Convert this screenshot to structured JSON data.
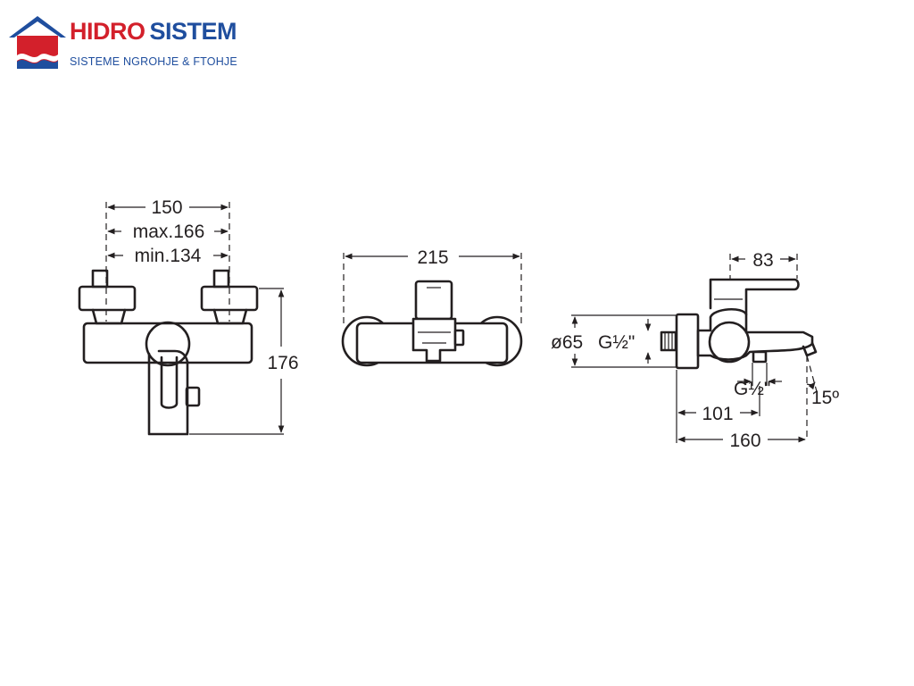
{
  "brand": {
    "name_part1": "HIDRO",
    "name_part2": "SISTEM",
    "tagline": "SISTEME NGROHJE & FTOHJE",
    "colors": {
      "red": "#d3202b",
      "blue": "#1f4e9e",
      "line": "#231f20"
    }
  },
  "front_view": {
    "dim_centres": "150",
    "dim_max": "max.166",
    "dim_min": "min.134",
    "dim_height": "176"
  },
  "top_view": {
    "dim_width": "215"
  },
  "side_view": {
    "dim_handle": "83",
    "dim_diameter": "ø65",
    "inlet_thread": "G½\"",
    "outlet_thread": "G½\"",
    "angle": "15º",
    "dim_outlet": "101",
    "dim_depth": "160"
  }
}
